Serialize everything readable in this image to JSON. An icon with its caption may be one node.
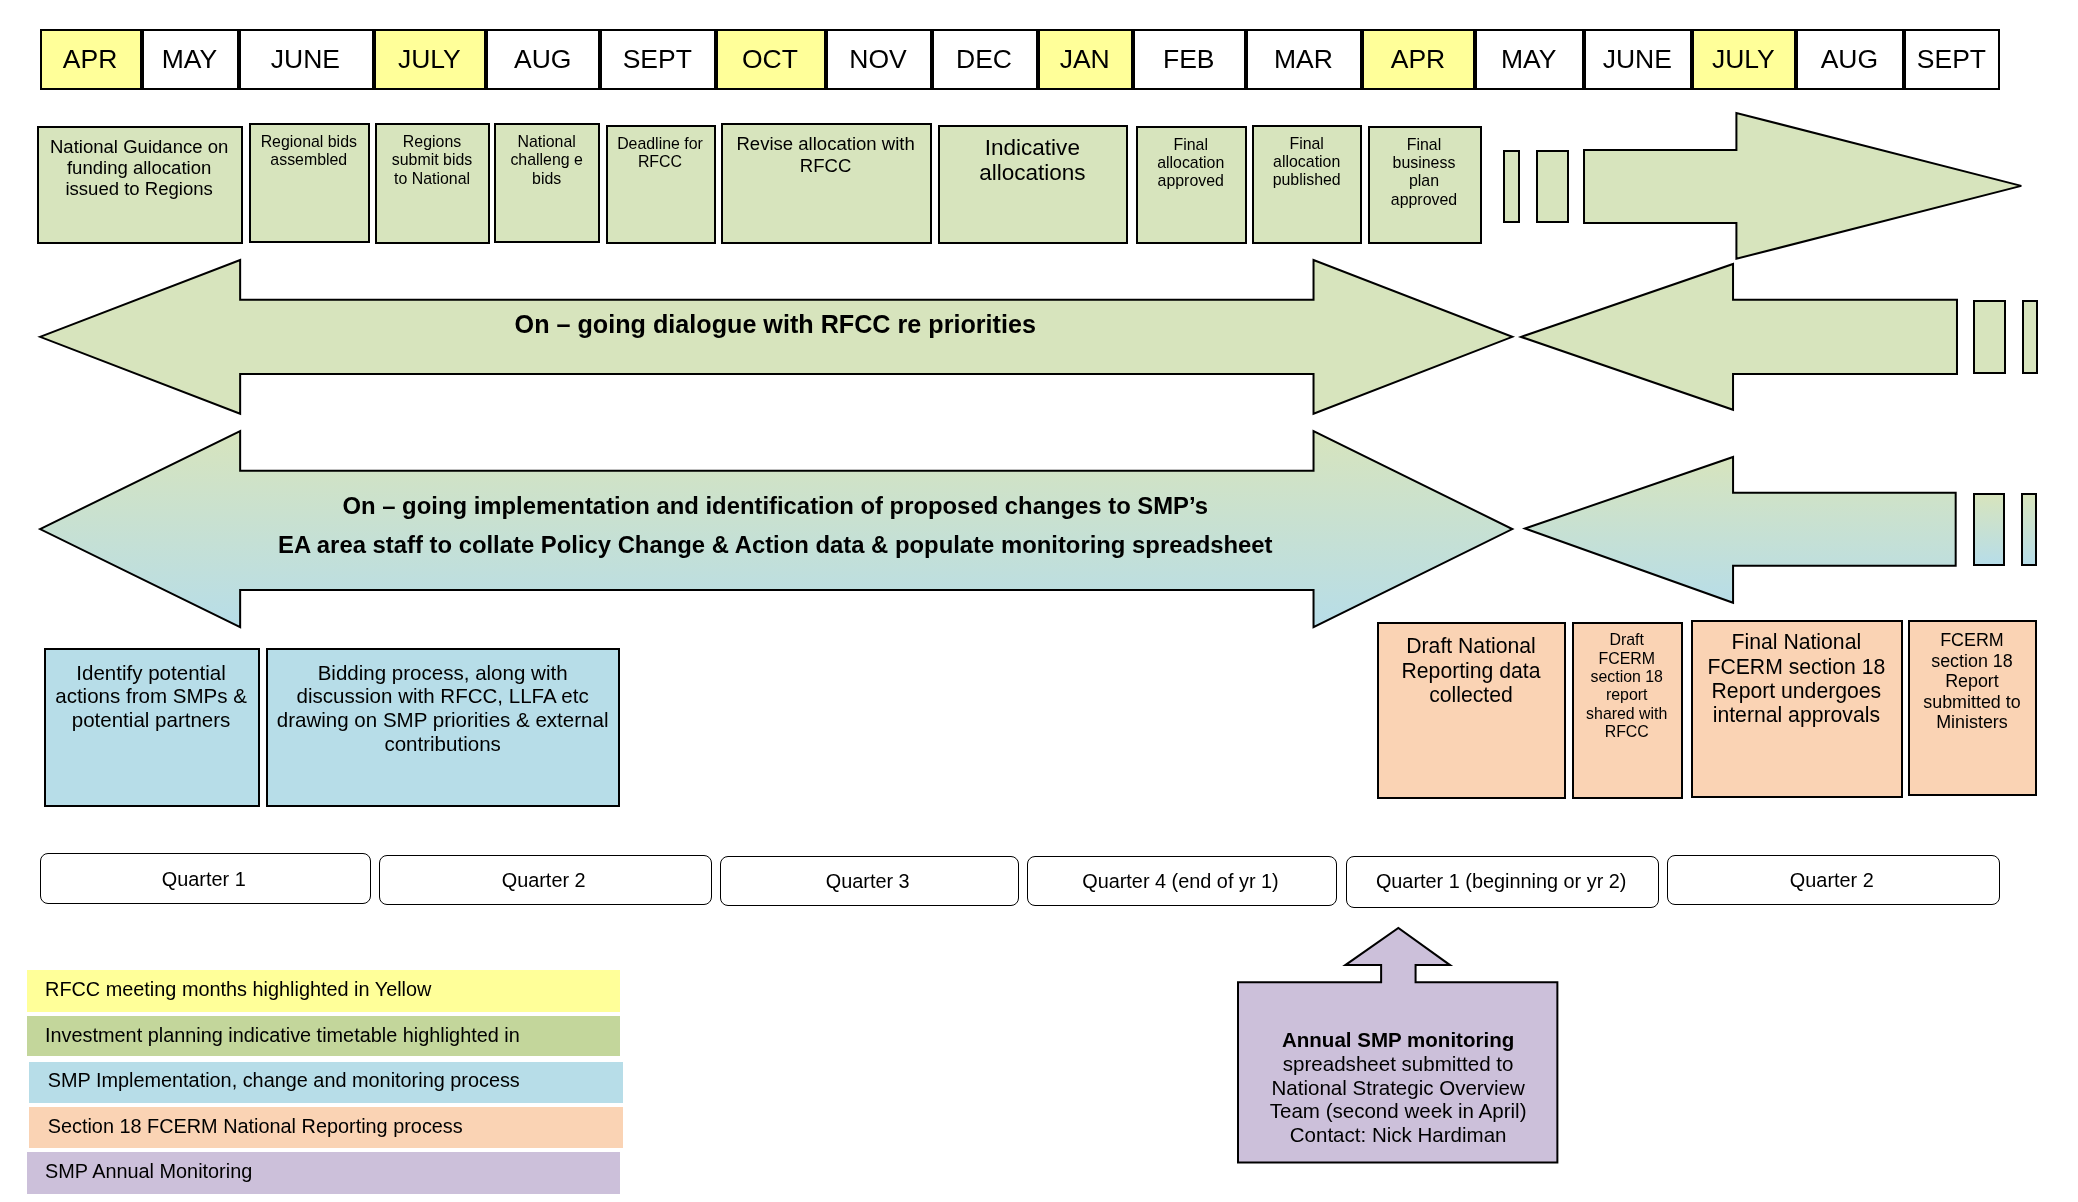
{
  "diagram": {
    "nodes": [
      {
        "text": [
          "APR"
        ]
      },
      {
        "text": [
          "MAY"
        ]
      },
      {
        "text": [
          "JUNE"
        ]
      },
      {
        "text": [
          "JULY"
        ]
      },
      {
        "text": [
          "AUG"
        ]
      },
      {
        "text": [
          "SEPT"
        ]
      },
      {
        "text": [
          "OCT"
        ]
      },
      {
        "text": [
          "NOV"
        ]
      },
      {
        "text": [
          "DEC"
        ]
      },
      {
        "text": [
          "JAN"
        ]
      },
      {
        "text": [
          "FEB"
        ]
      },
      {
        "text": [
          "MAR"
        ]
      },
      {
        "text": [
          "APR"
        ]
      },
      {
        "text": [
          "MAY"
        ]
      },
      {
        "text": [
          "JUNE"
        ]
      },
      {
        "text": [
          "JULY"
        ]
      },
      {
        "text": [
          "AUG"
        ]
      },
      {
        "text": [
          "SEPT"
        ]
      },
      {
        "text": [
          "National Guidance on funding allocation issued to Regions"
        ]
      },
      {
        "text": [
          "Regional bids assembled"
        ]
      },
      {
        "text": [
          "Regions submit bids to National"
        ]
      },
      {
        "text": [
          "National challeng e bids"
        ]
      },
      {
        "text": [
          "Deadline for RFCC"
        ]
      },
      {
        "text": [
          "Revise allocation with RFCC"
        ]
      },
      {
        "text": [
          "Indicative allocations"
        ]
      },
      {
        "text": [
          "Final allocation approved"
        ]
      },
      {
        "text": [
          "Final allocation published"
        ]
      },
      {
        "text": [
          "Final business plan approved"
        ]
      },
      {
        "text": [],
        "shape": "box"
      },
      {
        "text": [],
        "shape": "box"
      },
      {
        "text": [],
        "shape": "arrow"
      },
      {
        "text": [
          "On – going dialogue with RFCC re priorities"
        ]
      },
      {
        "text": [],
        "shape": "arrow"
      },
      {
        "text": [],
        "shape": "box"
      },
      {
        "text": [],
        "shape": "box"
      },
      {
        "text": [
          "On – going implementation and identification of proposed changes to SMP’s",
          "EA area staff to collate Policy Change & Action data & populate monitoring spreadsheet"
        ]
      },
      {
        "text": [],
        "shape": "arrow"
      },
      {
        "text": [],
        "shape": "box"
      },
      {
        "text": [],
        "shape": "box"
      },
      {
        "text": [
          "Identify potential actions from SMPs & potential partners"
        ]
      },
      {
        "text": [
          "Bidding process, along with discussion with RFCC, LLFA etc drawing on SMP priorities & external contributions"
        ]
      },
      {
        "text": [
          "Draft National Reporting data collected"
        ]
      },
      {
        "text": [
          "Draft FCERM section 18 report shared with RFCC"
        ]
      },
      {
        "text": [
          "Final National FCERM section 18 Report undergoes internal approvals"
        ]
      },
      {
        "text": [
          "FCERM section 18 Report submitted to Ministers"
        ]
      },
      {
        "text": [
          "Quarter 1"
        ]
      },
      {
        "text": [
          "Quarter 2"
        ]
      },
      {
        "text": [
          "Quarter 3"
        ]
      },
      {
        "text": [
          "Quarter 4 (end of yr 1)"
        ]
      },
      {
        "text": [
          "Quarter 1 (beginning or yr 2)"
        ]
      },
      {
        "text": [
          "Quarter 2"
        ]
      },
      {
        "text": [
          "**Annual SMP monitoring** spreadsheet submitted to National Strategic Overview Team (second week in April) Contact: Nick Hardiman"
        ]
      }
    ],
    "legend": [
      {
        "text": "RFCC meeting months highlighted in Yellow",
        "color": "#ffff99"
      },
      {
        "text": "Investment planning indicative timetable highlighted in",
        "color": "#c3d69b"
      },
      {
        "text": "SMP Implementation, change and monitoring process",
        "color": "#b7dde8"
      },
      {
        "text": "Section 18 FCERM National Reporting process",
        "color": "#fad3b4"
      },
      {
        "text": "SMP Annual Monitoring",
        "color": "#ccc0da"
      }
    ]
  }
}
